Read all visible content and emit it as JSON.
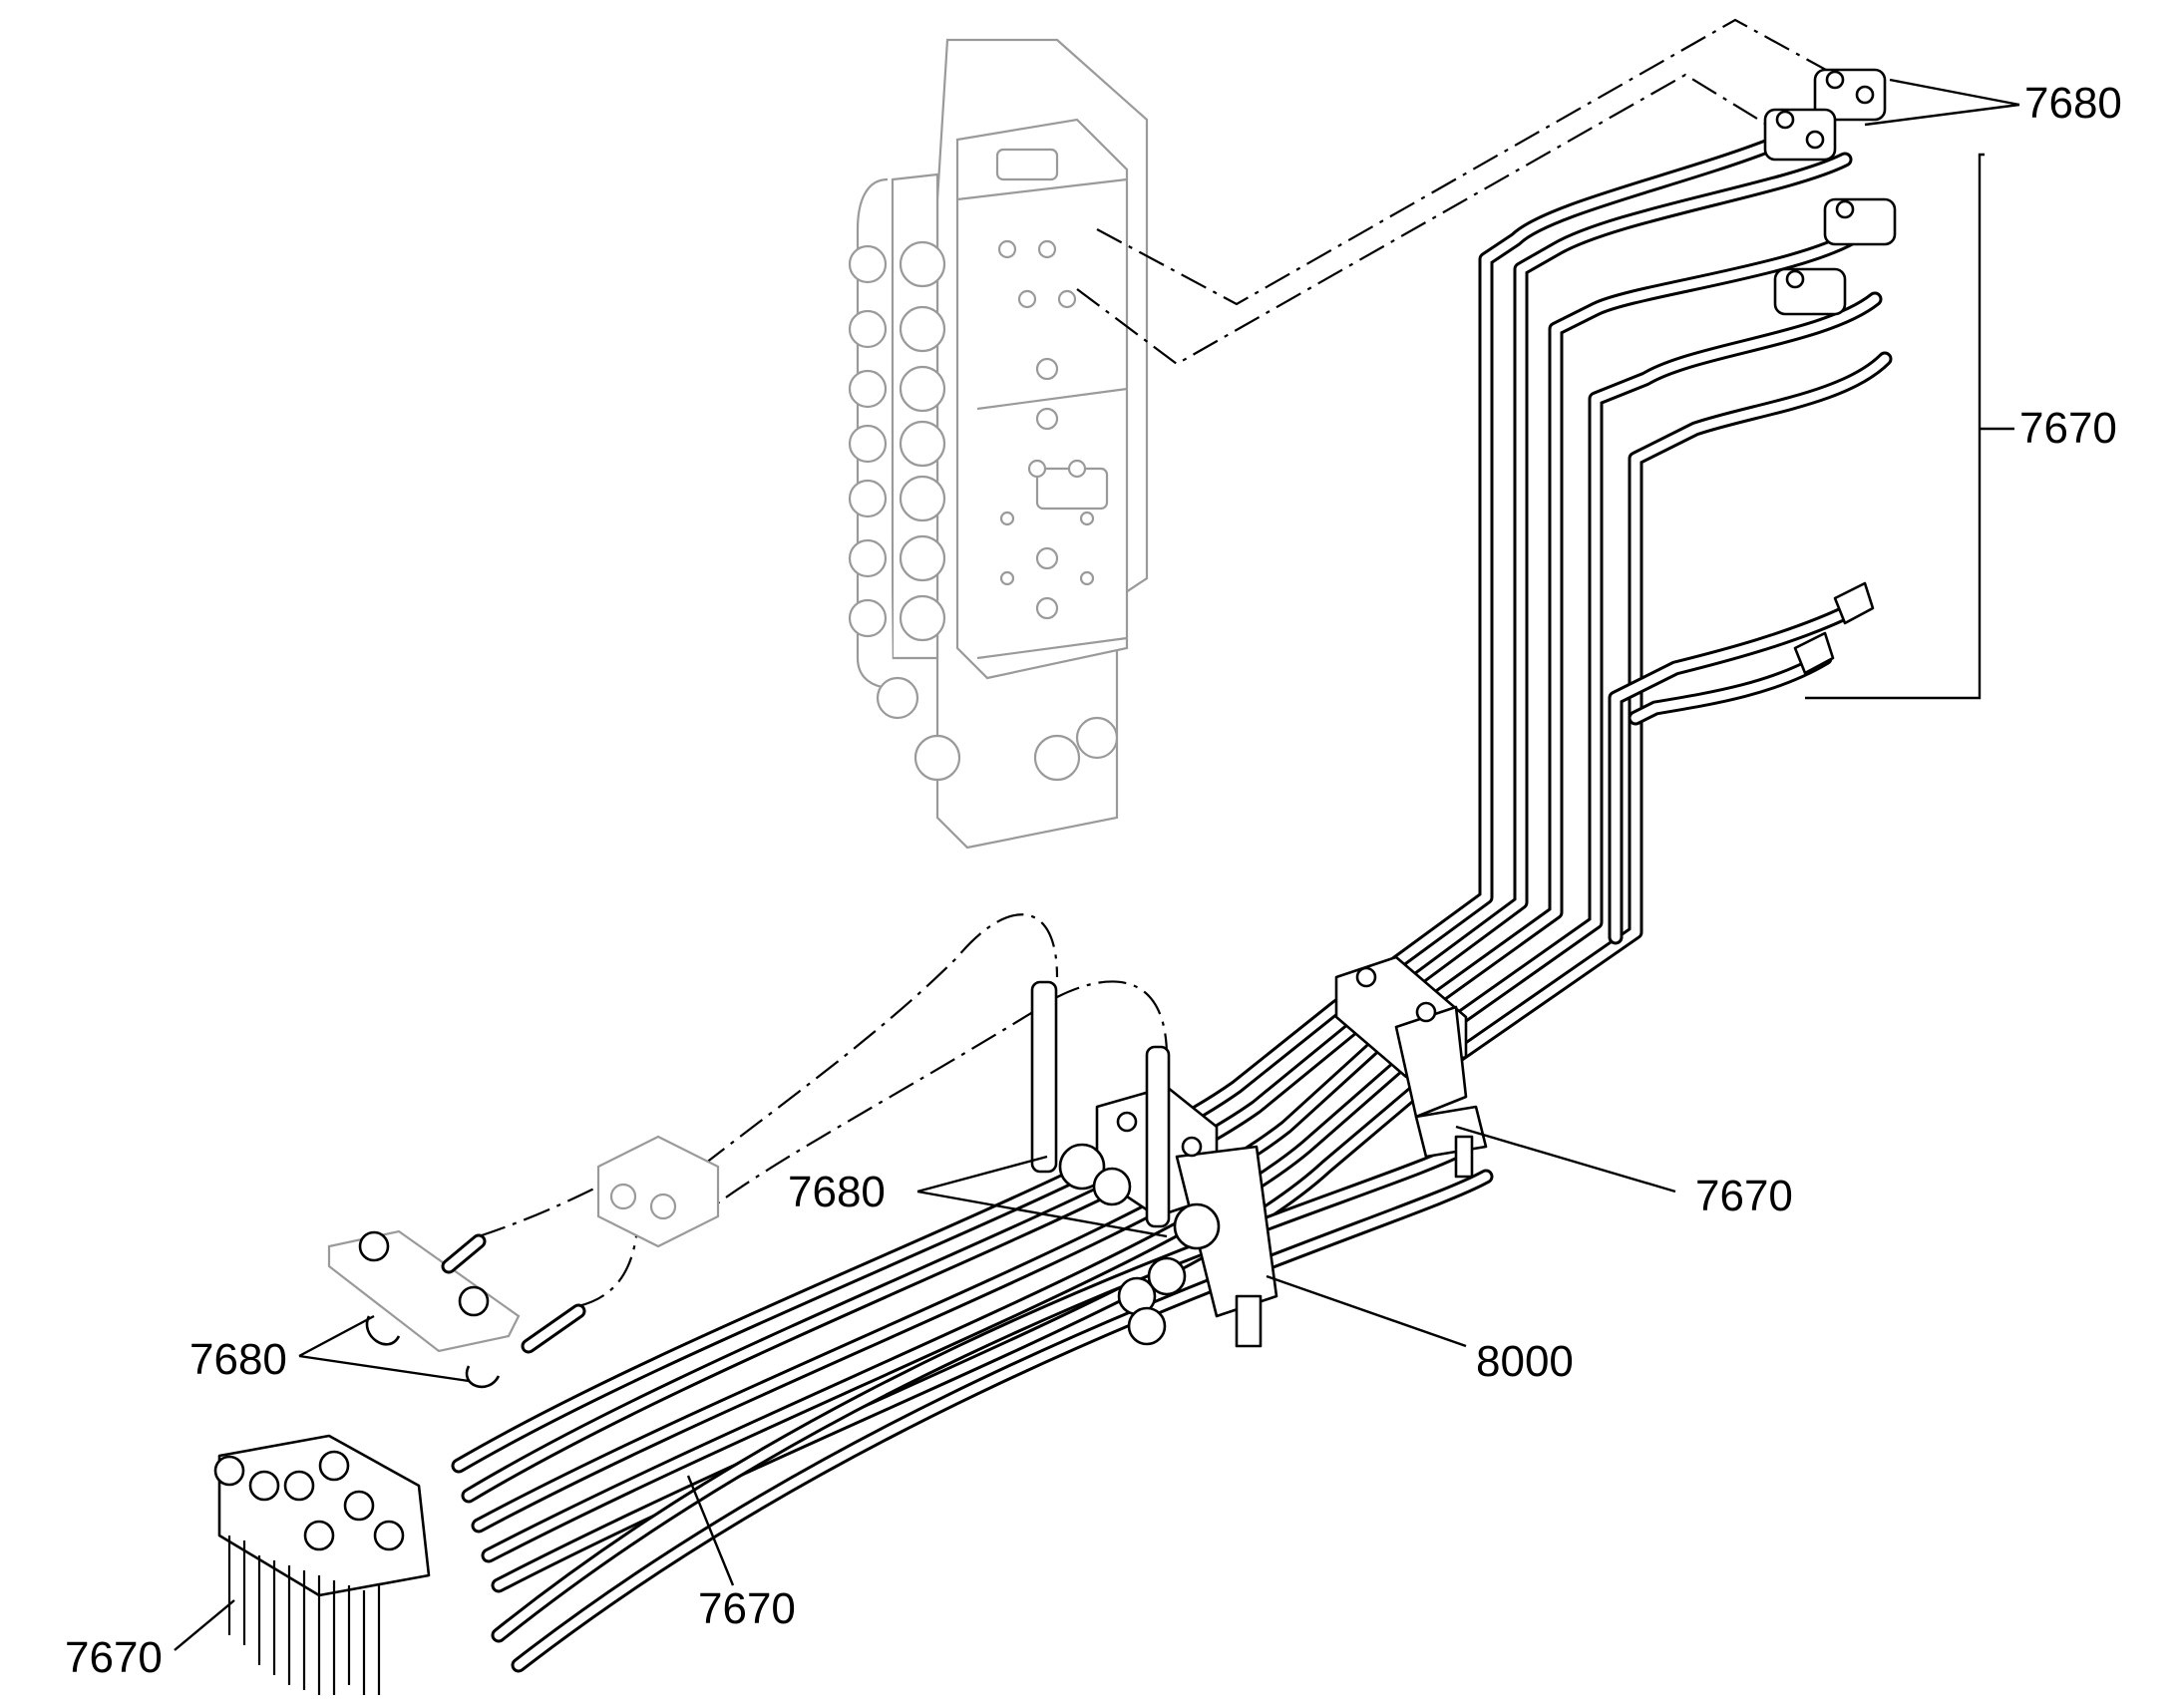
{
  "callouts": [
    {
      "id": "c1",
      "text": "7680"
    },
    {
      "id": "c2",
      "text": "7670"
    },
    {
      "id": "c3",
      "text": "7680"
    },
    {
      "id": "c4",
      "text": "7670"
    },
    {
      "id": "c5",
      "text": "7680"
    },
    {
      "id": "c6",
      "text": "8000"
    },
    {
      "id": "c7",
      "text": "7670"
    },
    {
      "id": "c8",
      "text": "7670"
    }
  ]
}
